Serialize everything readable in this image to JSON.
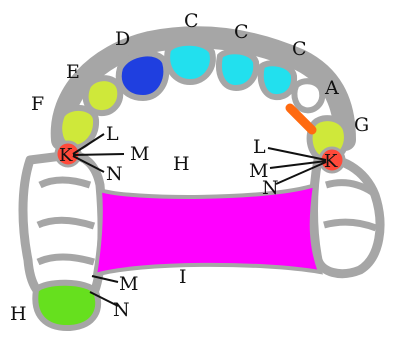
{
  "labels": {
    "c1": "C",
    "c2": "C",
    "c3": "C",
    "d": "D",
    "e": "E",
    "f": "F",
    "a": "A",
    "g": "G",
    "left_k": "K",
    "left_l": "L",
    "left_m": "M",
    "left_n": "N",
    "right_k": "K",
    "right_l": "L",
    "right_m": "M",
    "right_n": "N",
    "h_center": "H",
    "h_bottom": "H",
    "i": "I",
    "bottom_m": "M",
    "bottom_n": "N"
  },
  "colors": {
    "outline": "#a6a6a6",
    "tooth_fill": "#ffffff",
    "cyan": "#22e0ee",
    "blue": "#1f3fe0",
    "yellow_green": "#cfe83a",
    "green": "#66e01e",
    "magenta": "#ff00ff",
    "orange": "#ff6a10",
    "clasp_red": "#ff4a3a"
  }
}
